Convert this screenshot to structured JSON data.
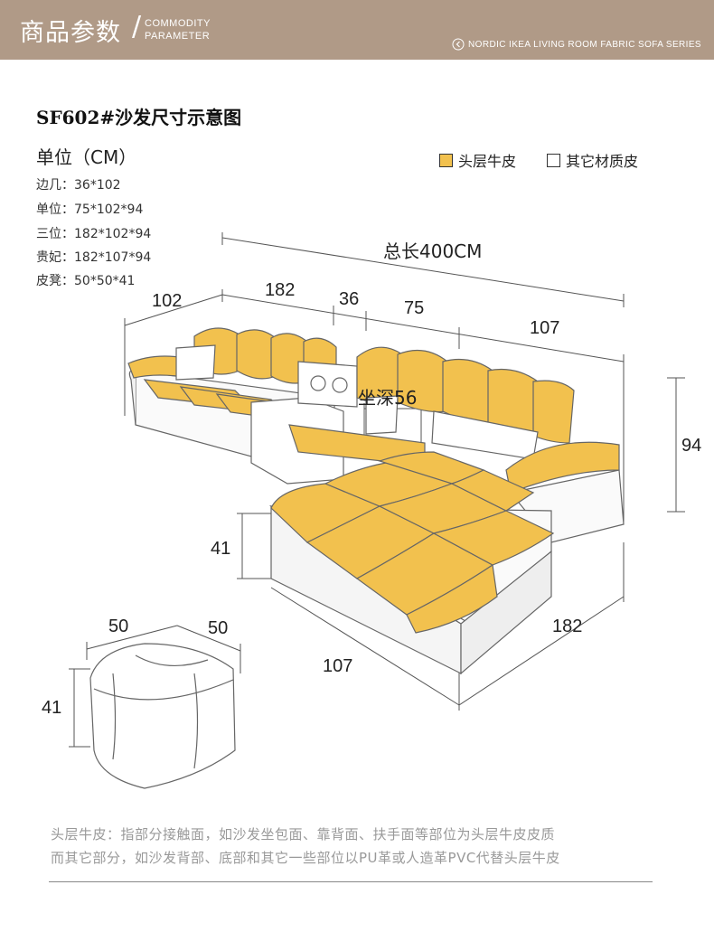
{
  "header": {
    "title": "商品参数",
    "slash": "/",
    "sub_line1": "COMMODITY",
    "sub_line2": "PARAMETER",
    "series": "NORDIC IKEA LIVING ROOM FABRIC SOFA SERIES"
  },
  "diagram_title": "SF602#沙发尺寸示意图",
  "unit_title": "单位（CM）",
  "specs": [
    "边几：36*102",
    "单位：75*102*94",
    "三位：182*102*94",
    "贵妃：182*107*94",
    "皮凳：50*50*41"
  ],
  "legend": {
    "leather": "头层牛皮",
    "other": "其它材质皮",
    "leather_color": "#f2c14e",
    "other_color": "#ffffff"
  },
  "dimensions": {
    "total": "总长400CM",
    "d102": "102",
    "d182_top": "182",
    "d36": "36",
    "d75": "75",
    "d107_top": "107",
    "depth": "坐深56",
    "height94": "94",
    "height41": "41",
    "d182_side": "182",
    "d107_front": "107",
    "stool_w": "50",
    "stool_d": "50",
    "stool_h": "41"
  },
  "notes": [
    "头层牛皮：指部分接触面，如沙发坐包面、靠背面、扶手面等部位为头层牛皮皮质",
    "而其它部分，如沙发背部、底部和其它一些部位以PU革或人造革PVC代替头层牛皮"
  ]
}
